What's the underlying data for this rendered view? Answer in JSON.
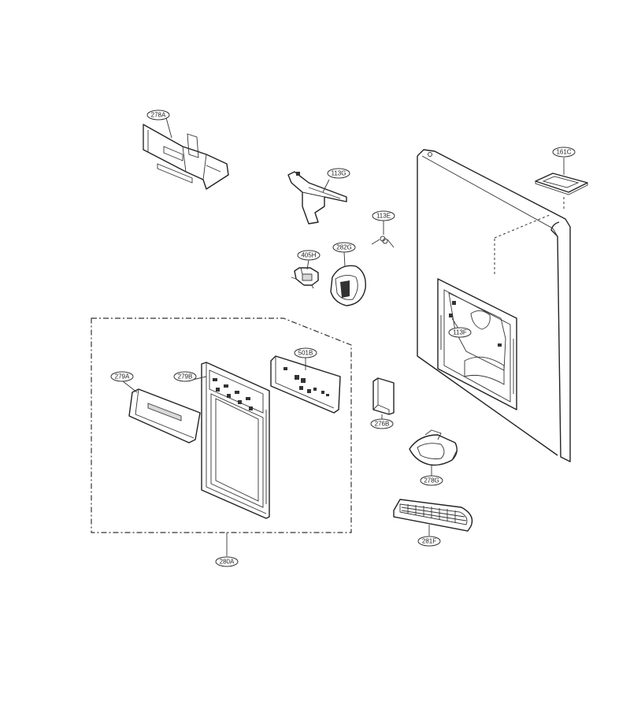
{
  "labels": {
    "l278A": "278A",
    "l113G": "113G",
    "l161C": "161C",
    "l113E": "113E",
    "l405H": "405H",
    "l282G": "282G",
    "l113F": "113F",
    "l501B": "501B",
    "l279A": "279A",
    "l279B": "279B",
    "l276B": "276B",
    "l278G": "278G",
    "l281F": "281F",
    "l280A": "280A"
  }
}
